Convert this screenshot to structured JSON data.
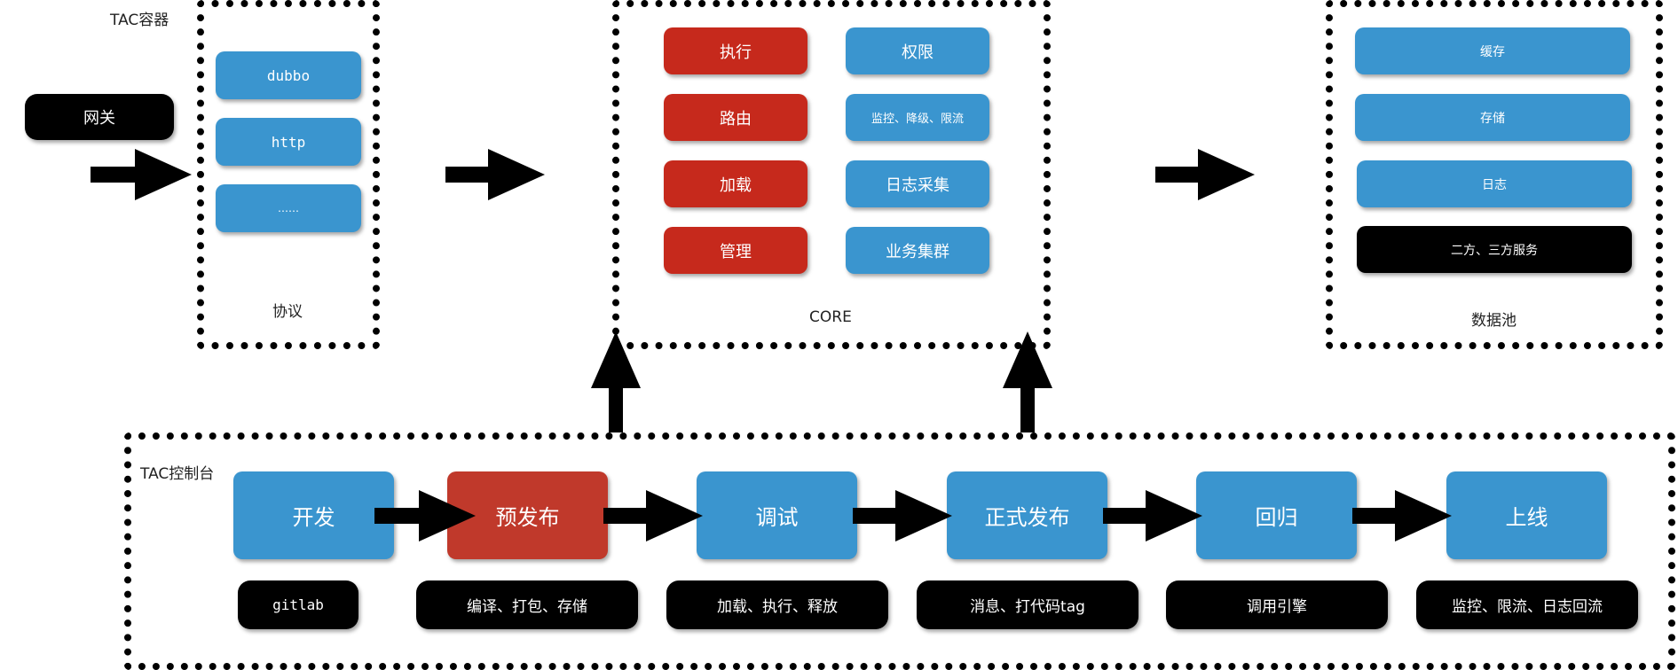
{
  "gateway": {
    "label": "网关"
  },
  "tac_container": {
    "title": "TAC容器"
  },
  "protocol": {
    "caption": "协议",
    "items": [
      "dubbo",
      "http",
      "……"
    ]
  },
  "core": {
    "caption": "CORE",
    "left": [
      "执行",
      "路由",
      "加载",
      "管理"
    ],
    "right": [
      "权限",
      "监控、降级、限流",
      "日志采集",
      "业务集群"
    ]
  },
  "data_pool": {
    "caption": "数据池",
    "items": [
      "缓存",
      "存储",
      "日志",
      "二方、三方服务"
    ]
  },
  "console": {
    "title": "TAC控制台",
    "stages": [
      "开发",
      "预发布",
      "调试",
      "正式发布",
      "回归",
      "上线"
    ],
    "notes": [
      "gitlab",
      "编译、打包、存储",
      "加载、执行、释放",
      "消息、打代码tag",
      "调用引擎",
      "监控、限流、日志回流"
    ]
  },
  "colors": {
    "blue": "#3a95cf",
    "red": "#c6291c",
    "stage_red": "#c0392b",
    "black": "#000000"
  }
}
